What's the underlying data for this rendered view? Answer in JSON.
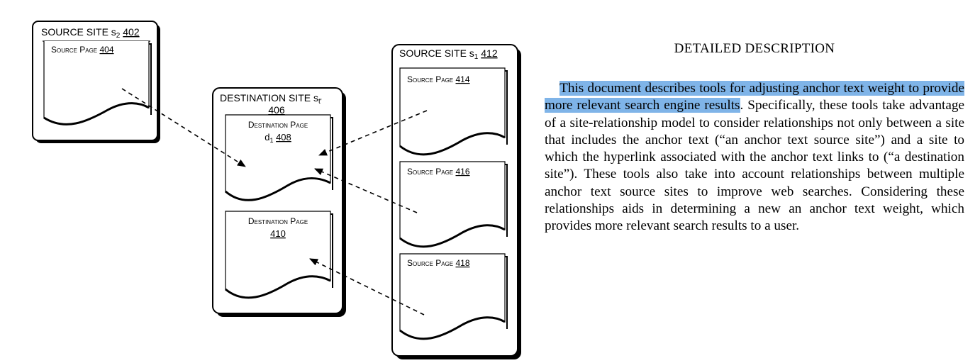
{
  "figure": {
    "source_site_s2": {
      "label": "SOURCE SITE s",
      "sub": "2",
      "ref": "402"
    },
    "source_page_404": {
      "label": "Source Page",
      "ref": "404"
    },
    "destination_site": {
      "label": "DESTINATION SITE s",
      "sub": "t'",
      "ref": "406"
    },
    "destination_page_408": {
      "line1": "Destination Page",
      "line2": "d",
      "sub": "1",
      "ref": "408"
    },
    "destination_page_410": {
      "label": "Destination Page",
      "ref": "410"
    },
    "source_site_s1": {
      "label": "SOURCE SITE s",
      "sub": "1",
      "ref": "412"
    },
    "source_page_414": {
      "label": "Source Page",
      "ref": "414"
    },
    "source_page_416": {
      "label": "Source Page",
      "ref": "416"
    },
    "source_page_418": {
      "label": "Source Page",
      "ref": "418"
    }
  },
  "article": {
    "heading": "DETAILED DESCRIPTION",
    "highlighted": "This document describes tools for adjusting anchor text weight to provide more relevant search engine results",
    "rest": ". Specifically, these tools take advantage of a site-relationship model to consider relationships not only between a site that includes the anchor text (“an anchor text source site”) and a site to which the hyperlink associated with the anchor text links to (“a destination site”). These tools also take into account relationships between multiple anchor text source sites to improve web searches. Considering these relationships aids in determining a new an anchor text weight, which provides more relevant search results to a user."
  }
}
